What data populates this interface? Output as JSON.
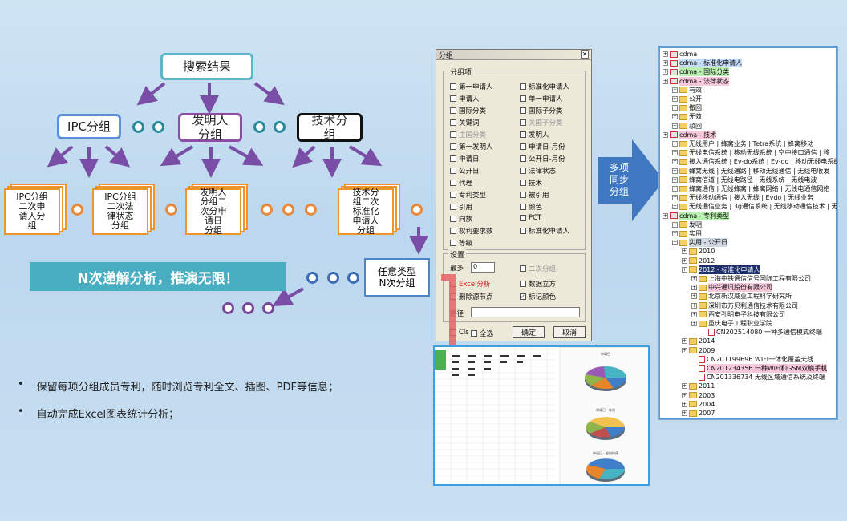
{
  "flow": {
    "top": "搜索结果",
    "level1": [
      "IPC分组",
      "发明人\n分组",
      "技术分\n组"
    ],
    "level2": [
      "IPC分组\n二次申\n请人分\n组",
      "IPC分组\n二次法\n律状态\n分组",
      "发明人\n分组二\n次分申\n请日\n分组",
      "技术分\n组二次\n标准化\n申请人\n分组"
    ],
    "banner": "N次递解分析，推演无限！",
    "note": "任意类型\nN次分组"
  },
  "bullets": [
    "保留每项分组成员专利，随时浏览专利全文、插图、PDF等信息；",
    "自动完成Excel图表统计分析；"
  ],
  "arrow_label": "多项\n同步\n分组",
  "dialog": {
    "title": "分组",
    "group_section": "分组项",
    "options_left": [
      "第一申请人",
      "申请人",
      "国际分类",
      "关键词",
      "主国分类",
      "第一发明人",
      "申请日",
      "公开日",
      "代理",
      "专利类型",
      "引用",
      "同族",
      "权利要求数",
      "等级"
    ],
    "options_right": [
      "标准化申请人",
      "单一申请人",
      "国际子分类",
      "关国子分类",
      "发明人",
      "申请日-月份",
      "公开日-月份",
      "法律状态",
      "技术",
      "被引用",
      "颜色",
      "PCT",
      "标准化申请人"
    ],
    "settings_section": "设置",
    "top_label": "最多",
    "top_value": "0",
    "sub_group": "二次分组",
    "excel": "Excel分析",
    "data_cube": "数据立方",
    "remove_empty": "删除源节点",
    "mark_color": "标记颜色",
    "path_label": "路径",
    "cls": "Cls",
    "select_all": "全选",
    "ok": "确定",
    "cancel": "取消"
  },
  "excel": {
    "chart_titles": [
      "申请日",
      "申请日 - 年份",
      "申请日 - 省份排序"
    ]
  },
  "tree": {
    "nodes": [
      {
        "t": "cdma",
        "lvl": 0
      },
      {
        "t": "cdma - 标准化申请人",
        "lvl": 0,
        "hl": "blue"
      },
      {
        "t": "cdma - 国际分类",
        "lvl": 0,
        "hl": "green"
      },
      {
        "t": "cdma - 法律状态",
        "lvl": 0,
        "hl": "pink"
      },
      {
        "t": "有效",
        "lvl": 1
      },
      {
        "t": "公开",
        "lvl": 1
      },
      {
        "t": "撤回",
        "lvl": 1
      },
      {
        "t": "无效",
        "lvl": 1
      },
      {
        "t": "驳回",
        "lvl": 1
      },
      {
        "t": "cdma - 技术",
        "lvl": 0,
        "hl": "pink"
      },
      {
        "t": "无线用户 | 蜂窝业务 | Tetra系统 | 蜂窝移动",
        "lvl": 1
      },
      {
        "t": "无线电信系统 | 移动无线系统 | 空中接口通信 | 移",
        "lvl": 1
      },
      {
        "t": "接入通信系统 | Ev-do系统 | Ev-do | 移动无线电系统",
        "lvl": 1
      },
      {
        "t": "蜂窝无线 | 无线通路 | 移动无线通信 | 无线电收发",
        "lvl": 1
      },
      {
        "t": "蜂窝信道 | 无线电路径 | 无线系统 | 无线电波",
        "lvl": 1
      },
      {
        "t": "蜂窝通信 | 无线蜂窝 | 蜂窝网络 | 无线电通信网络",
        "lvl": 1
      },
      {
        "t": "无线移动通信 | 接入无线 | Evdo | 无线业务",
        "lvl": 1
      },
      {
        "t": "无线通信业务 | 3g通信系统 | 无线移动通信技术 | 无",
        "lvl": 1
      },
      {
        "t": "cdma - 专利类型",
        "lvl": 0,
        "hl": "green"
      },
      {
        "t": "发明",
        "lvl": 1
      },
      {
        "t": "实用",
        "lvl": 1
      },
      {
        "t": "实用 - 公开日",
        "lvl": 1,
        "hl": "gray"
      },
      {
        "t": "2010",
        "lvl": 2
      },
      {
        "t": "2012",
        "lvl": 2
      },
      {
        "t": "2012 - 标准化申请人",
        "lvl": 2,
        "hl": "dark"
      },
      {
        "t": "上海中铁通信信号国际工程有限公司",
        "lvl": 3
      },
      {
        "t": "中兴通讯股份有限公司",
        "lvl": 3,
        "hl": "pink"
      },
      {
        "t": "北京新汉威业工程科学研究所",
        "lvl": 3
      },
      {
        "t": "深圳市万贝利通信技术有限公司",
        "lvl": 3
      },
      {
        "t": "西安孔明电子科技有限公司",
        "lvl": 3
      },
      {
        "t": "重庆电子工程职业学院",
        "lvl": 3
      },
      {
        "t": "CN202514080  一种多通信模式终端",
        "lvl": 4,
        "pdf": true
      },
      {
        "t": "2014",
        "lvl": 2
      },
      {
        "t": "2009",
        "lvl": 2
      },
      {
        "t": "CN201199696  WIFI一体化覆盖天线",
        "lvl": 3,
        "pdf": true
      },
      {
        "t": "CN201234356  一种WiFi和GSM双模手机",
        "lvl": 3,
        "pdf": true,
        "hl": "pink"
      },
      {
        "t": "CN201336734  无线区域通信系统及终端",
        "lvl": 3,
        "pdf": true
      },
      {
        "t": "2011",
        "lvl": 2
      },
      {
        "t": "2003",
        "lvl": 2
      },
      {
        "t": "2004",
        "lvl": 2
      },
      {
        "t": "2007",
        "lvl": 2
      }
    ]
  }
}
